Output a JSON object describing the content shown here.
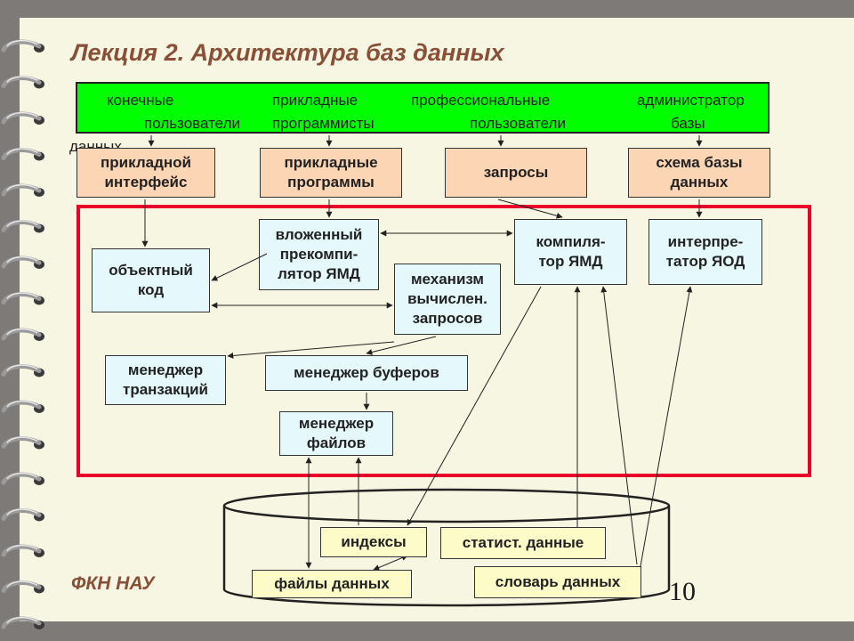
{
  "title": "Лекция 2. Архитектура баз данных",
  "roles": [
    "конечные",
    "пользователи",
    "прикладные",
    "программисты",
    "профессиональные",
    "пользователи",
    "администратор",
    "базы",
    "данных"
  ],
  "nodes": {
    "app_interface": "прикладной\nинтерфейс",
    "app_programs": "прикладные\nпрограммы",
    "queries": "запросы",
    "db_schema": "схема базы\nданных",
    "object_code": "объектный\nкод",
    "precompiler": "вложенный\nпрекомпи-\nлятор ЯМД",
    "query_engine": "механизм\nвычислен.\nзапросов",
    "compiler": "компиля-\nтор ЯМД",
    "interpreter": "интерпре-\nтатор ЯОД",
    "tx_manager": "менеджер\nтранзакций",
    "buffer_manager": "менеджер буферов",
    "file_manager": "менеджер\nфайлов",
    "indexes": "индексы",
    "statistics": "статист. данные",
    "data_files": "файлы данных",
    "data_dictionary": "словарь данных"
  },
  "footer": "ФКН НАУ",
  "page_number": "10"
}
